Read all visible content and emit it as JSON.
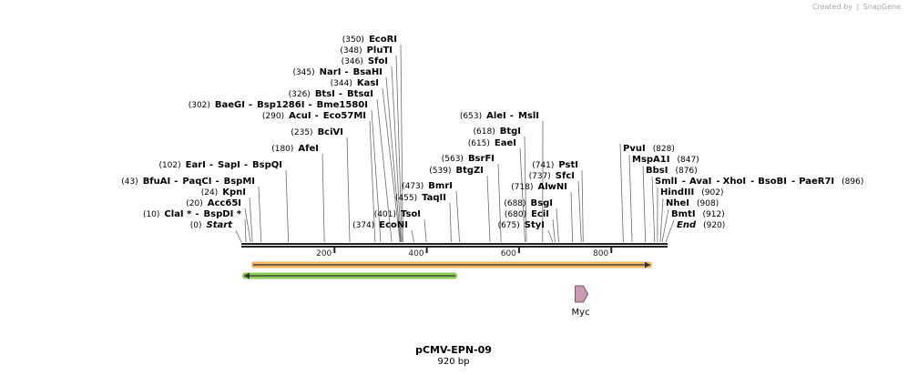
{
  "watermark": {
    "prefix": "Created by",
    "brand": "SnapGene"
  },
  "plasmid": {
    "name": "pCMV-EPN-09",
    "length_label": "920 bp",
    "length_bp": 920
  },
  "ruler": {
    "ticks": [
      {
        "bp": 200,
        "label": "200"
      },
      {
        "bp": 400,
        "label": "400"
      },
      {
        "bp": 600,
        "label": "600"
      },
      {
        "bp": 800,
        "label": "800"
      }
    ]
  },
  "features": [
    {
      "id": "orange-feature",
      "start": 20,
      "end": 890,
      "direction": "forward",
      "color": "#f0a848"
    },
    {
      "id": "green-feature",
      "start": 5,
      "end": 470,
      "direction": "reverse",
      "color": "#77c337"
    },
    {
      "id": "myc",
      "label": "Myc",
      "start": 700,
      "end": 730,
      "direction": "forward",
      "color": "#cc99b2"
    }
  ],
  "left_labels": [
    {
      "pos": "(350)",
      "names": [
        "EcoRI"
      ],
      "bp": 350
    },
    {
      "pos": "(348)",
      "names": [
        "PluTI"
      ],
      "bp": 348
    },
    {
      "pos": "(346)",
      "names": [
        "SfoI"
      ],
      "bp": 346
    },
    {
      "pos": "(345)",
      "names": [
        "NarI",
        "BsaHI"
      ],
      "bp": 345
    },
    {
      "pos": "(344)",
      "names": [
        "KasI"
      ],
      "bp": 344
    },
    {
      "pos": "(326)",
      "names": [
        "BtsI",
        "BtsαI"
      ],
      "bp": 326
    },
    {
      "pos": "(302)",
      "names": [
        "BaeGI",
        "Bsp1286I",
        "Bme1580I"
      ],
      "bp": 302
    },
    {
      "pos": "(290)",
      "names": [
        "AcuI",
        "Eco57MI"
      ],
      "bp": 290
    },
    {
      "pos": "(235)",
      "names": [
        "BciVI"
      ],
      "bp": 235
    },
    {
      "pos": "(180)",
      "names": [
        "AfeI"
      ],
      "bp": 180
    },
    {
      "pos": "(102)",
      "names": [
        "EarI",
        "SapI",
        "BspQI"
      ],
      "bp": 102
    },
    {
      "pos": "(43)",
      "names": [
        "BfuAI",
        "PaqCI",
        "BspMI"
      ],
      "bp": 43
    },
    {
      "pos": "(24)",
      "names": [
        "KpnI"
      ],
      "bp": 24
    },
    {
      "pos": "(20)",
      "names": [
        "Acc65I"
      ],
      "bp": 20
    },
    {
      "pos": "(10)",
      "names": [
        "ClaI *",
        "BspDI *"
      ],
      "bp": 10
    },
    {
      "pos": "(0)",
      "names": [
        "Start"
      ],
      "bp": 0,
      "italic": true
    }
  ],
  "middle_labels": [
    {
      "pos": "(653)",
      "names": [
        "AleI",
        "MslI"
      ],
      "bp": 653
    },
    {
      "pos": "(618)",
      "names": [
        "BtgI"
      ],
      "bp": 618
    },
    {
      "pos": "(615)",
      "names": [
        "EaeI"
      ],
      "bp": 615
    },
    {
      "pos": "(563)",
      "names": [
        "BsrFI"
      ],
      "bp": 563
    },
    {
      "pos": "(539)",
      "names": [
        "BtgZI"
      ],
      "bp": 539
    },
    {
      "pos": "(473)",
      "names": [
        "BmrI"
      ],
      "bp": 473
    },
    {
      "pos": "(455)",
      "names": [
        "TaqII"
      ],
      "bp": 455
    },
    {
      "pos": "(401)",
      "names": [
        "TsoI"
      ],
      "bp": 401
    },
    {
      "pos": "(374)",
      "names": [
        "EcoNI"
      ],
      "bp": 374
    },
    {
      "pos": "(741)",
      "names": [
        "PstI"
      ],
      "bp": 741
    },
    {
      "pos": "(737)",
      "names": [
        "SfcI"
      ],
      "bp": 737
    },
    {
      "pos": "(718)",
      "names": [
        "AlwNI"
      ],
      "bp": 718
    },
    {
      "pos": "(688)",
      "names": [
        "BsgI"
      ],
      "bp": 688
    },
    {
      "pos": "(680)",
      "names": [
        "EciI"
      ],
      "bp": 680
    },
    {
      "pos": "(675)",
      "names": [
        "StyI"
      ],
      "bp": 675
    }
  ],
  "right_labels": [
    {
      "pos": "(828)",
      "names": [
        "PvuI"
      ],
      "bp": 828
    },
    {
      "pos": "(847)",
      "names": [
        "MspA1I"
      ],
      "bp": 847
    },
    {
      "pos": "(876)",
      "names": [
        "BbsI"
      ],
      "bp": 876
    },
    {
      "pos": "(896)",
      "names": [
        "SmlI",
        "AvaI",
        "XhoI",
        "BsoBI",
        "PaeR7I"
      ],
      "bp": 896
    },
    {
      "pos": "(902)",
      "names": [
        "HindIII"
      ],
      "bp": 902
    },
    {
      "pos": "(908)",
      "names": [
        "NheI"
      ],
      "bp": 908
    },
    {
      "pos": "(912)",
      "names": [
        "BmtI"
      ],
      "bp": 912
    },
    {
      "pos": "(920)",
      "names": [
        "End"
      ],
      "bp": 920,
      "italic": true
    }
  ]
}
